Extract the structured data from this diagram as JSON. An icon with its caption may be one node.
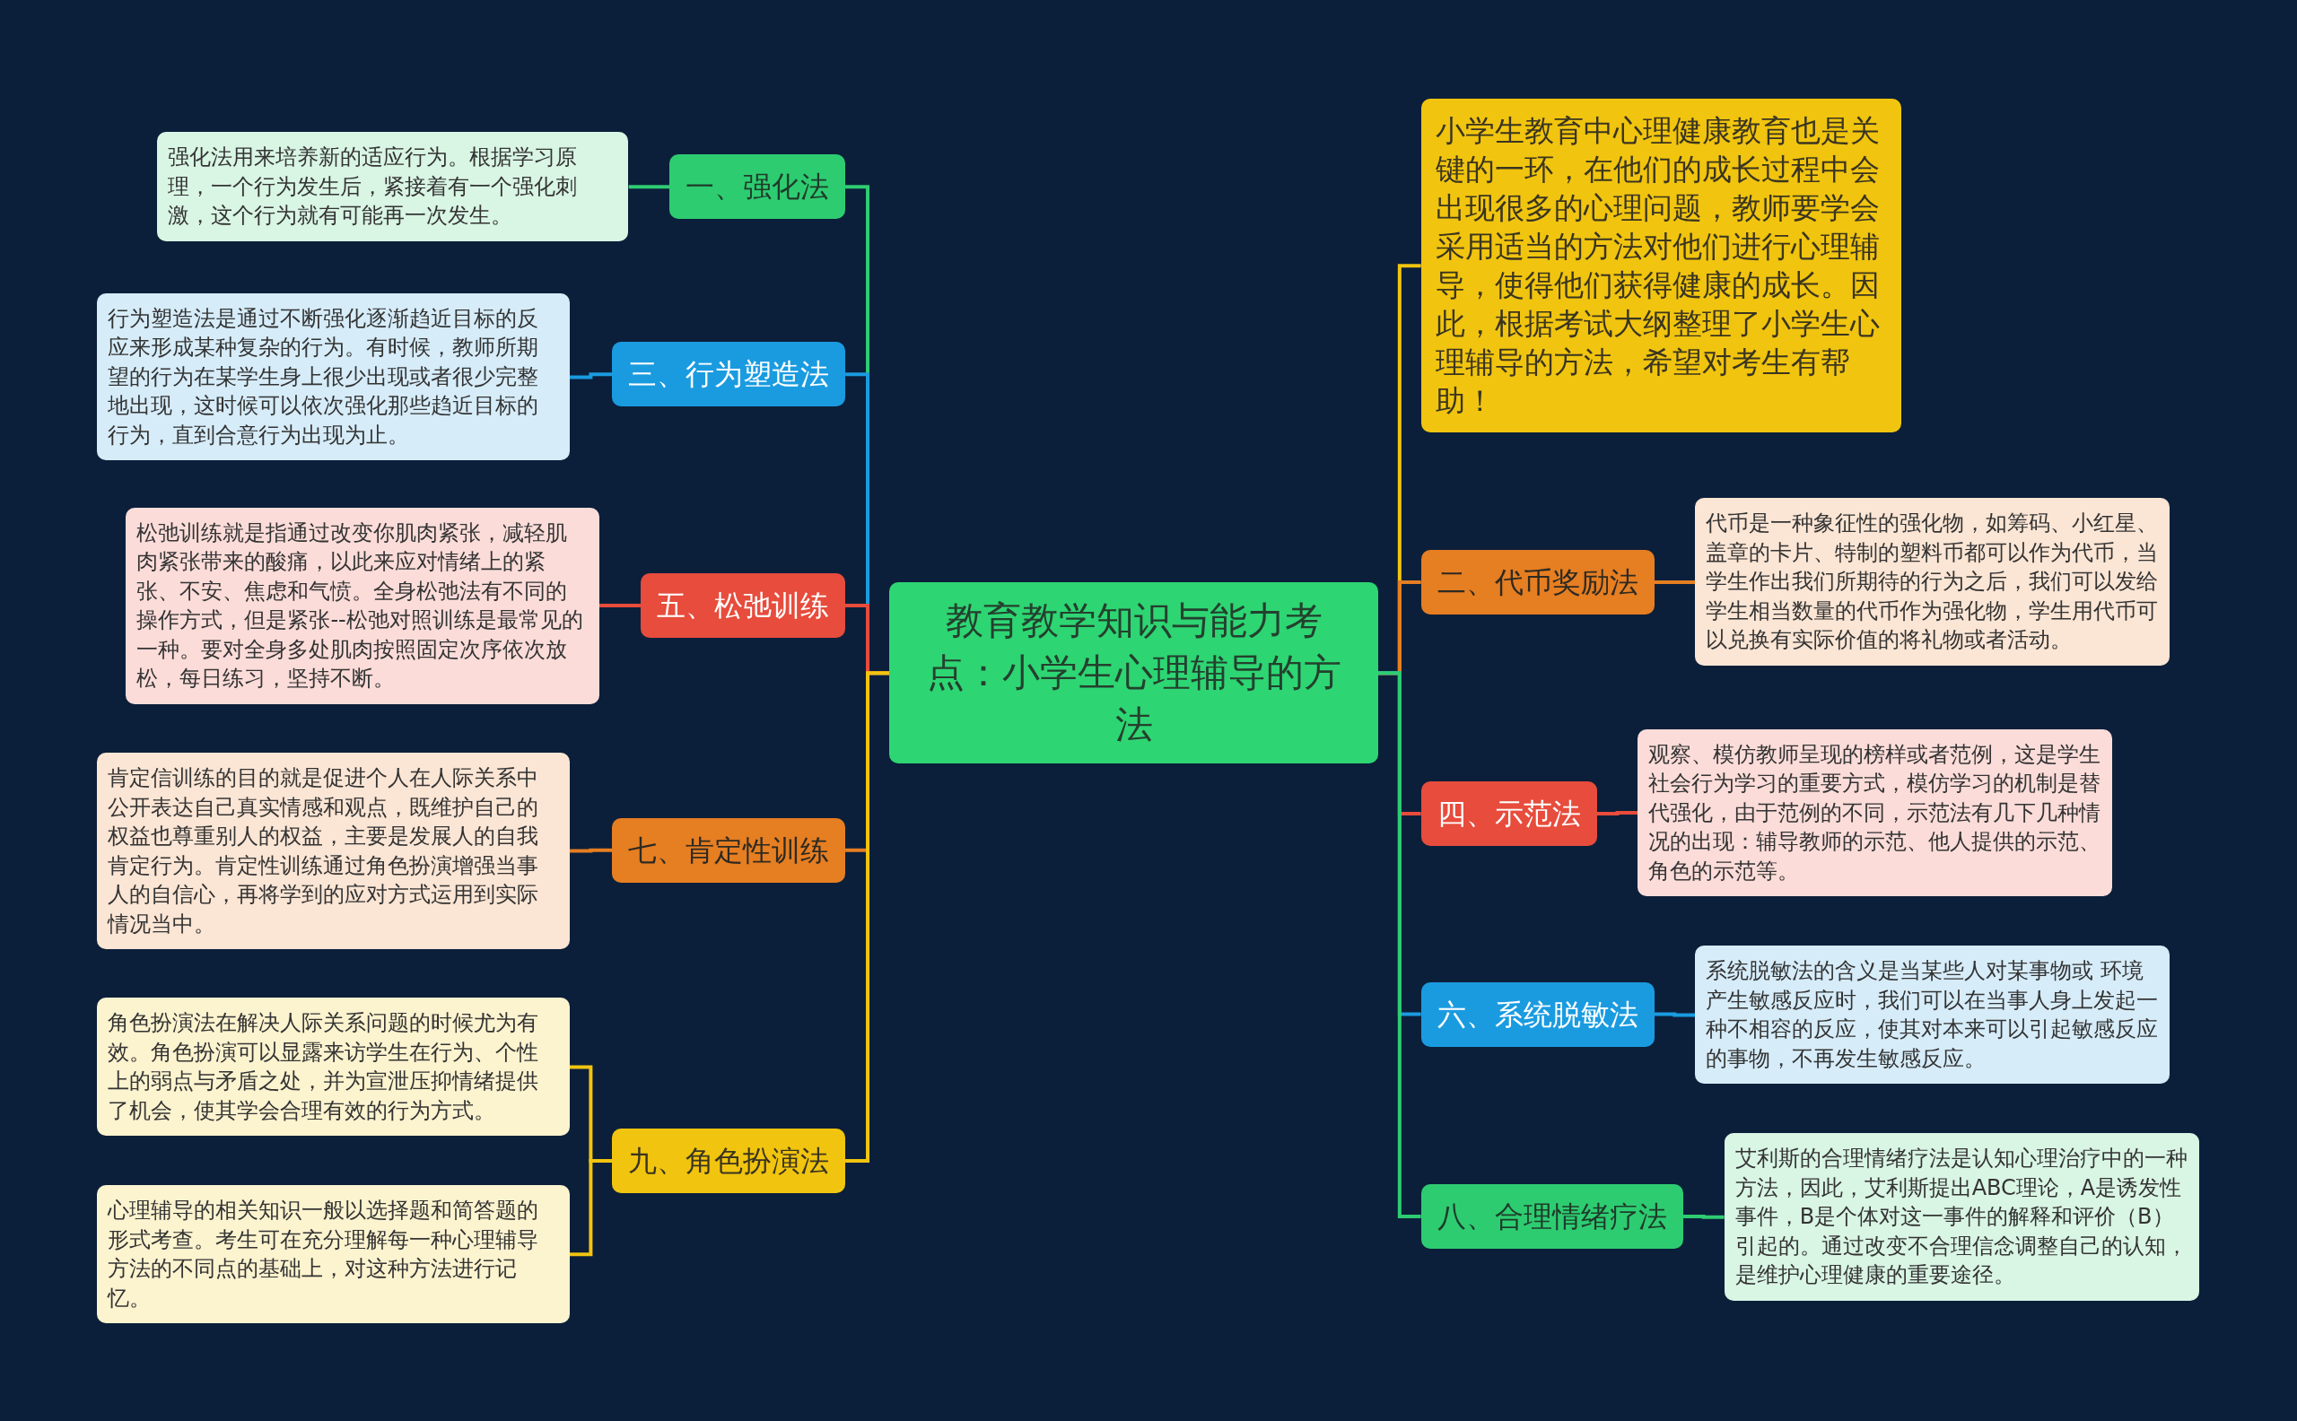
{
  "diagram": {
    "nodes": [
      {
        "text": [
          "教育教学知识与能力考点：小学生心理辅导的方法"
        ]
      },
      {
        "text": [
          "一、强化法"
        ]
      },
      {
        "text": [
          "强化法用来培养新的适应行为。根据学习原理，一个行为发生后，紧接着有一个强化刺激，这个行为就有可能再一次发生。"
        ]
      },
      {
        "text": [
          "三、行为塑造法"
        ]
      },
      {
        "text": [
          "行为塑造法是通过不断强化逐渐趋近目标的反应来形成某种复杂的行为。有时候，教师所期望的行为在某学生身上很少出现或者很少完整地出现，这时候可以依次强化那些趋近目标的行为，直到合意行为出现为止。"
        ]
      },
      {
        "text": [
          "五、松弛训练"
        ]
      },
      {
        "text": [
          "松弛训练就是指通过改变你肌肉紧张，减轻肌肉紧张带来的酸痛，以此来应对情绪上的紧张、不安、焦虑和气愤。全身松弛法有不同的操作方式，但是紧张--松弛对照训练是最常见的一种。要对全身多处肌肉按照固定次序依次放松，每日练习，坚持不断。"
        ]
      },
      {
        "text": [
          "七、肯定性训练"
        ]
      },
      {
        "text": [
          "肯定信训练的目的就是促进个人在人际关系中公开表达自己真实情感和观点，既维护自己的权益也尊重别人的权益，主要是发展人的自我肯定行为。肯定性训练通过角色扮演增强当事人的自信心，再将学到的应对方式运用到实际情况当中。"
        ]
      },
      {
        "text": [
          "九、角色扮演法"
        ]
      },
      {
        "text": [
          "角色扮演法在解决人际关系问题的时候尤为有效。角色扮演可以显露来访学生在行为、个性上的弱点与矛盾之处，并为宣泄压抑情绪提供了机会，使其学会合理有效的行为方式。"
        ]
      },
      {
        "text": [
          "心理辅导的相关知识一般以选择题和简答题的形式考查。考生可在充分理解每一种心理辅导方法的不同点的基础上，对这种方法进行记忆。"
        ]
      },
      {
        "text": [
          "小学生教育中心理健康教育也是关键的一环，在他们的成长过程中会出现很多的心理问题，教师要学会采用适当的方法对他们进行心理辅导，使得他们获得健康的成长。因此，根据考试大纲整理了小学生心理辅导的方法，希望对考生有帮助！"
        ]
      },
      {
        "text": [
          "二、代币奖励法"
        ]
      },
      {
        "text": [
          "代币是一种象征性的强化物，如筹码、小红星、盖章的卡片、特制的塑料币都可以作为代币，当学生作出我们所期待的行为之后，我们可以发给学生相当数量的代币作为强化物，学生用代币可以兑换有实际价值的将礼物或者活动。"
        ]
      },
      {
        "text": [
          "四、示范法"
        ]
      },
      {
        "text": [
          "观察、模仿教师呈现的榜样或者范例，这是学生社会行为学习的重要方式，模仿学习的机制是替代强化，由于范例的不同，示范法有几下几种情况的出现：辅导教师的示范、他人提供的示范、角色的示范等。"
        ]
      },
      {
        "text": [
          "六、系统脱敏法"
        ]
      },
      {
        "text": [
          "系统脱敏法的含义是当某些人对某事物或 环境产生敏感反应时，我们可以在当事人身上发起一种不相容的反应，使其对本来可以引起敏感反应的事物，不再发生敏感反应。"
        ]
      },
      {
        "text": [
          "八、合理情绪疗法"
        ]
      },
      {
        "text": [
          "艾利斯的合理情绪疗法是认知心理治疗中的一种方法，因此，艾利斯提出ABC理论，A是诱发性事件，B是个体对这一事件的解释和评价（B）引起的。通过改变不合理信念调整自己的认知，是维护心理健康的重要途径。"
        ]
      }
    ],
    "edges": [
      {
        "from": 0,
        "to": 1,
        "arrow": "none",
        "color": "#2ecc71"
      },
      {
        "from": 1,
        "to": 2,
        "arrow": "none",
        "color": "#2ecc71"
      },
      {
        "from": 0,
        "to": 3,
        "arrow": "none",
        "color": "#1a9be0"
      },
      {
        "from": 3,
        "to": 4,
        "arrow": "none",
        "color": "#1a9be0"
      },
      {
        "from": 0,
        "to": 5,
        "arrow": "none",
        "color": "#e74c3c"
      },
      {
        "from": 5,
        "to": 6,
        "arrow": "none",
        "color": "#e74c3c"
      },
      {
        "from": 0,
        "to": 7,
        "arrow": "none",
        "color": "#e67e22"
      },
      {
        "from": 7,
        "to": 8,
        "arrow": "none",
        "color": "#e67e22"
      },
      {
        "from": 0,
        "to": 9,
        "arrow": "none",
        "color": "#f1c40f"
      },
      {
        "from": 9,
        "to": 10,
        "arrow": "none",
        "color": "#f1c40f"
      },
      {
        "from": 9,
        "to": 11,
        "arrow": "none",
        "color": "#f1c40f"
      },
      {
        "from": 0,
        "to": 12,
        "arrow": "none",
        "color": "#f1c40f"
      },
      {
        "from": 0,
        "to": 13,
        "arrow": "none",
        "color": "#e67e22"
      },
      {
        "from": 13,
        "to": 14,
        "arrow": "none",
        "color": "#e67e22"
      },
      {
        "from": 0,
        "to": 15,
        "arrow": "none",
        "color": "#e74c3c"
      },
      {
        "from": 15,
        "to": 16,
        "arrow": "none",
        "color": "#e74c3c"
      },
      {
        "from": 0,
        "to": 17,
        "arrow": "none",
        "color": "#1a9be0"
      },
      {
        "from": 17,
        "to": 18,
        "arrow": "none",
        "color": "#1a9be0"
      },
      {
        "from": 0,
        "to": 19,
        "arrow": "none",
        "color": "#2ecc71"
      },
      {
        "from": 19,
        "to": 20,
        "arrow": "none",
        "color": "#2ecc71"
      }
    ]
  }
}
